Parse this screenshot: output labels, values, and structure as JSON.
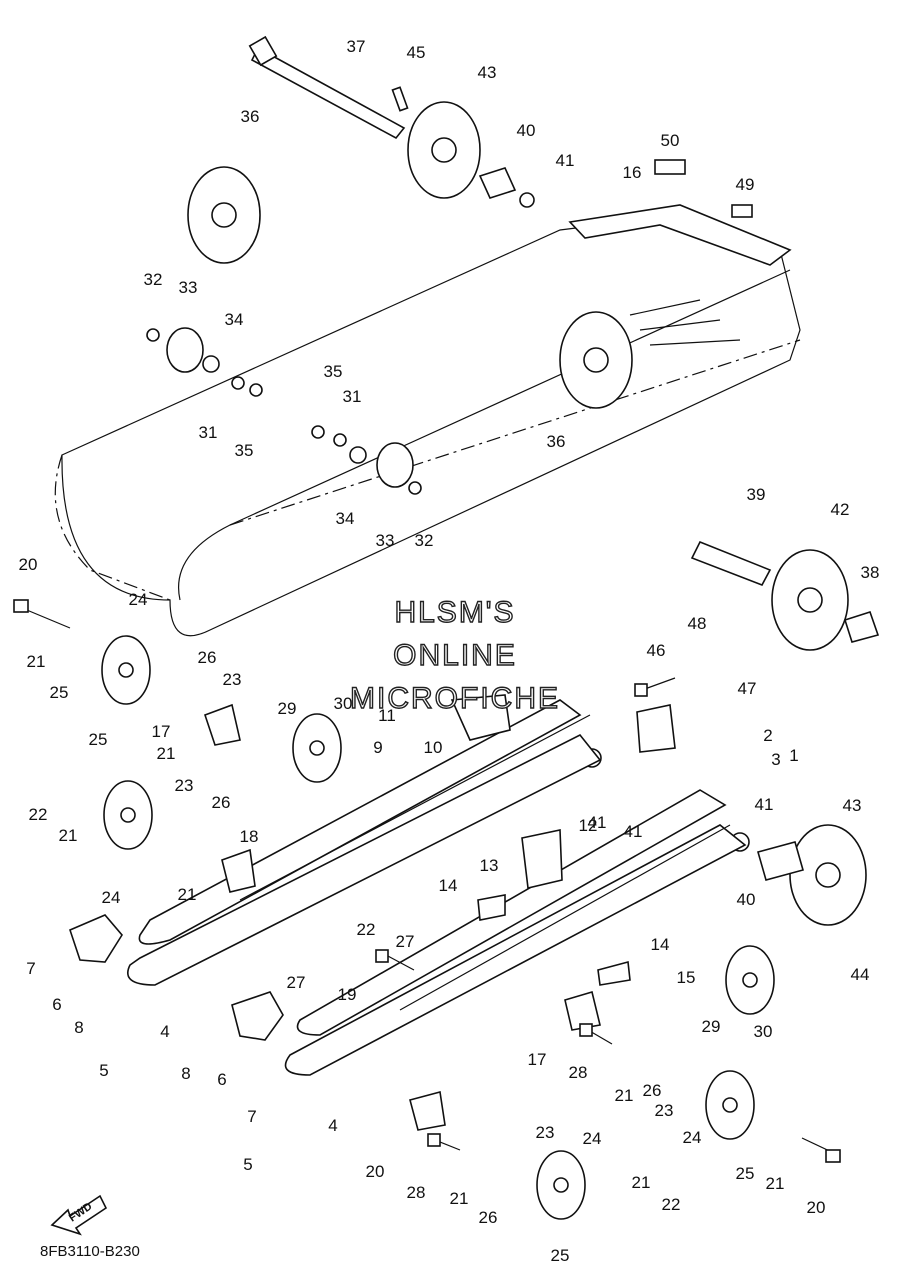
{
  "watermark": [
    "HLSM'S",
    "ONLINE",
    "MICROFICHE"
  ],
  "diagram_code": "8FB3110-B230",
  "fwd_label": "FWD",
  "callouts": [
    "37",
    "45",
    "43",
    "36",
    "40",
    "41",
    "16",
    "50",
    "49",
    "32",
    "33",
    "34",
    "31",
    "35",
    "35",
    "31",
    "36",
    "34",
    "33",
    "32",
    "39",
    "42",
    "38",
    "20",
    "24",
    "21",
    "25",
    "26",
    "23",
    "17",
    "21",
    "29",
    "30",
    "11",
    "9",
    "10",
    "48",
    "46",
    "47",
    "2",
    "3",
    "1",
    "25",
    "22",
    "21",
    "23",
    "26",
    "24",
    "18",
    "21",
    "41",
    "12",
    "41",
    "41",
    "43",
    "13",
    "14",
    "40",
    "22",
    "7",
    "6",
    "8",
    "27",
    "27",
    "19",
    "14",
    "15",
    "44",
    "5",
    "4",
    "8",
    "6",
    "29",
    "30",
    "7",
    "4",
    "17",
    "28",
    "21",
    "26",
    "23",
    "5",
    "24",
    "25",
    "21",
    "20",
    "23",
    "24",
    "20",
    "28",
    "21",
    "26",
    "21",
    "22",
    "25"
  ]
}
